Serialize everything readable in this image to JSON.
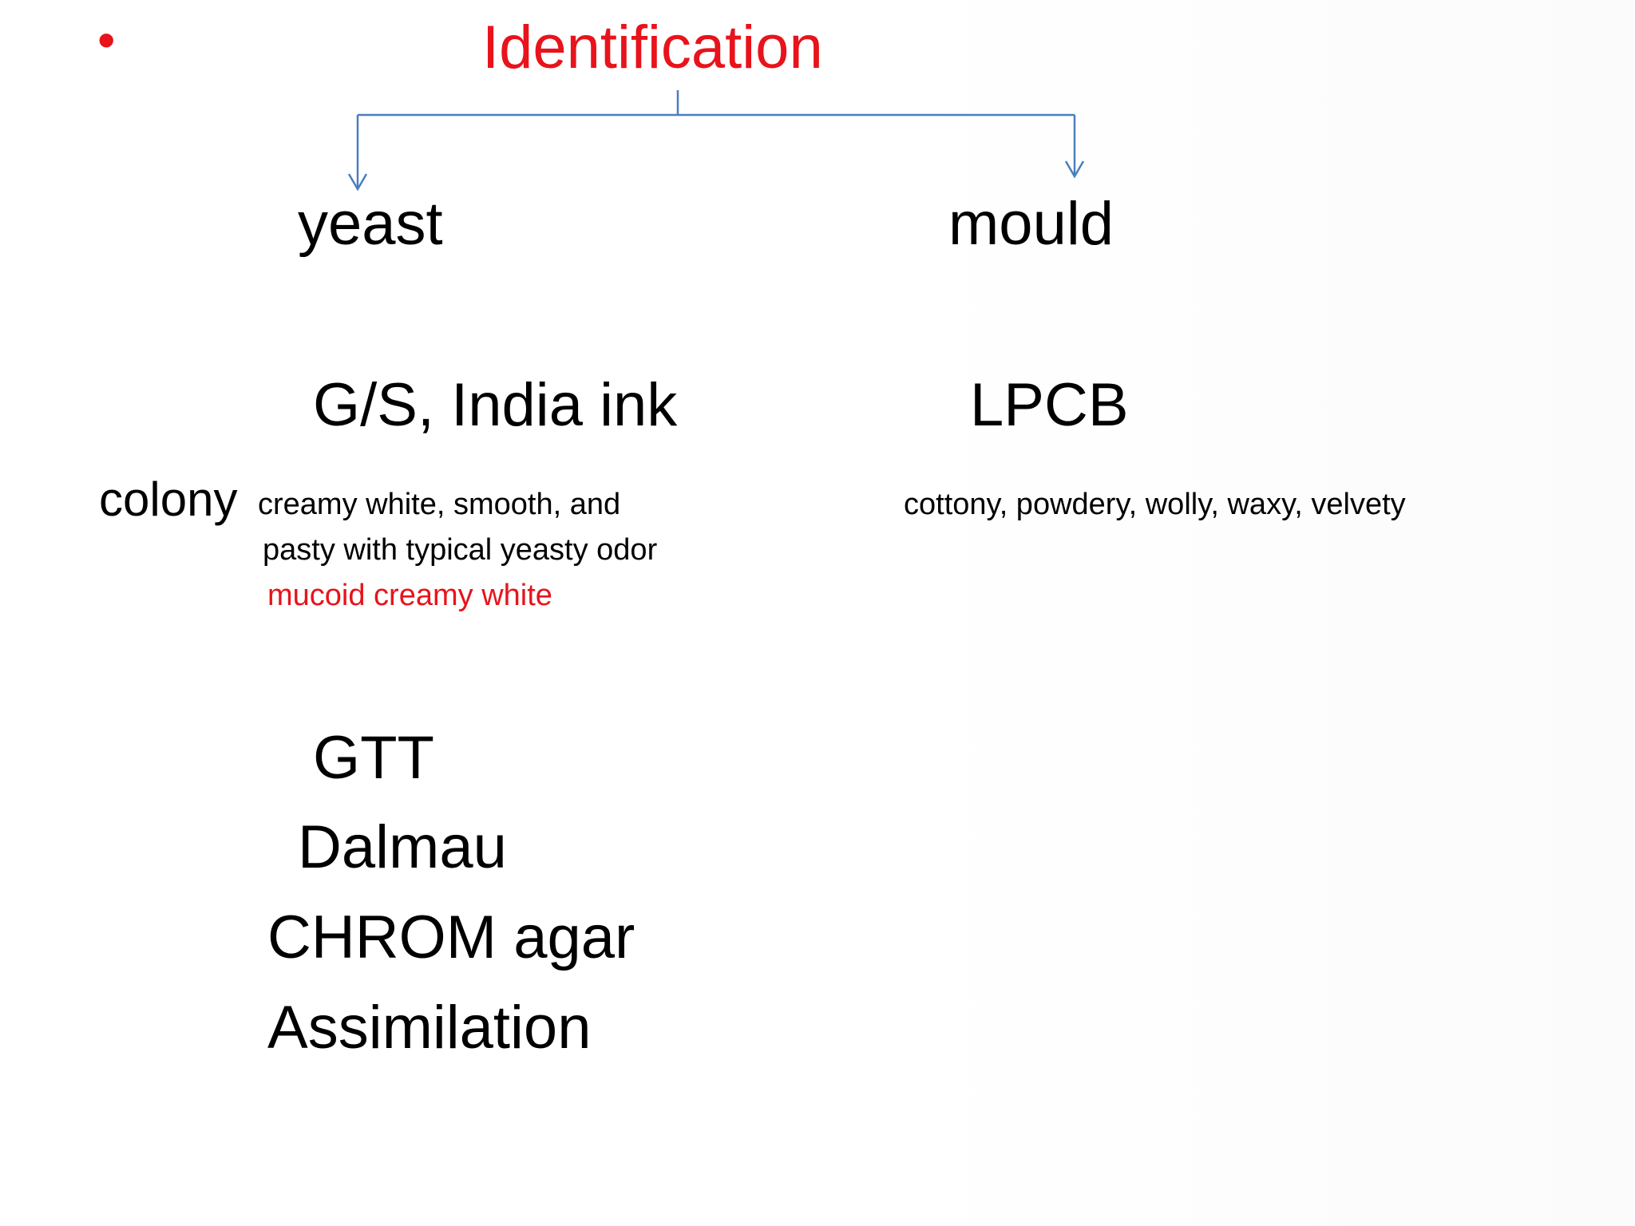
{
  "slide": {
    "bullet": "•",
    "title": "Identification",
    "colors": {
      "accent_red": "#e8131b",
      "arrow_blue": "#4a7ebb",
      "text": "#000000"
    },
    "branches": {
      "yeast": {
        "label": "yeast",
        "stain": "G/S, India ink",
        "colony_label": "colony",
        "colony_desc_line1": "creamy white, smooth, and",
        "colony_desc_line2": "pasty with typical yeasty odor",
        "colony_desc_red": "mucoid creamy white",
        "tests": [
          "GTT",
          "Dalmau",
          "CHROM agar",
          "Assimilation"
        ]
      },
      "mould": {
        "label": "mould",
        "stain": "LPCB",
        "colony_desc": "cottony, powdery, wolly, waxy, velvety"
      }
    }
  }
}
